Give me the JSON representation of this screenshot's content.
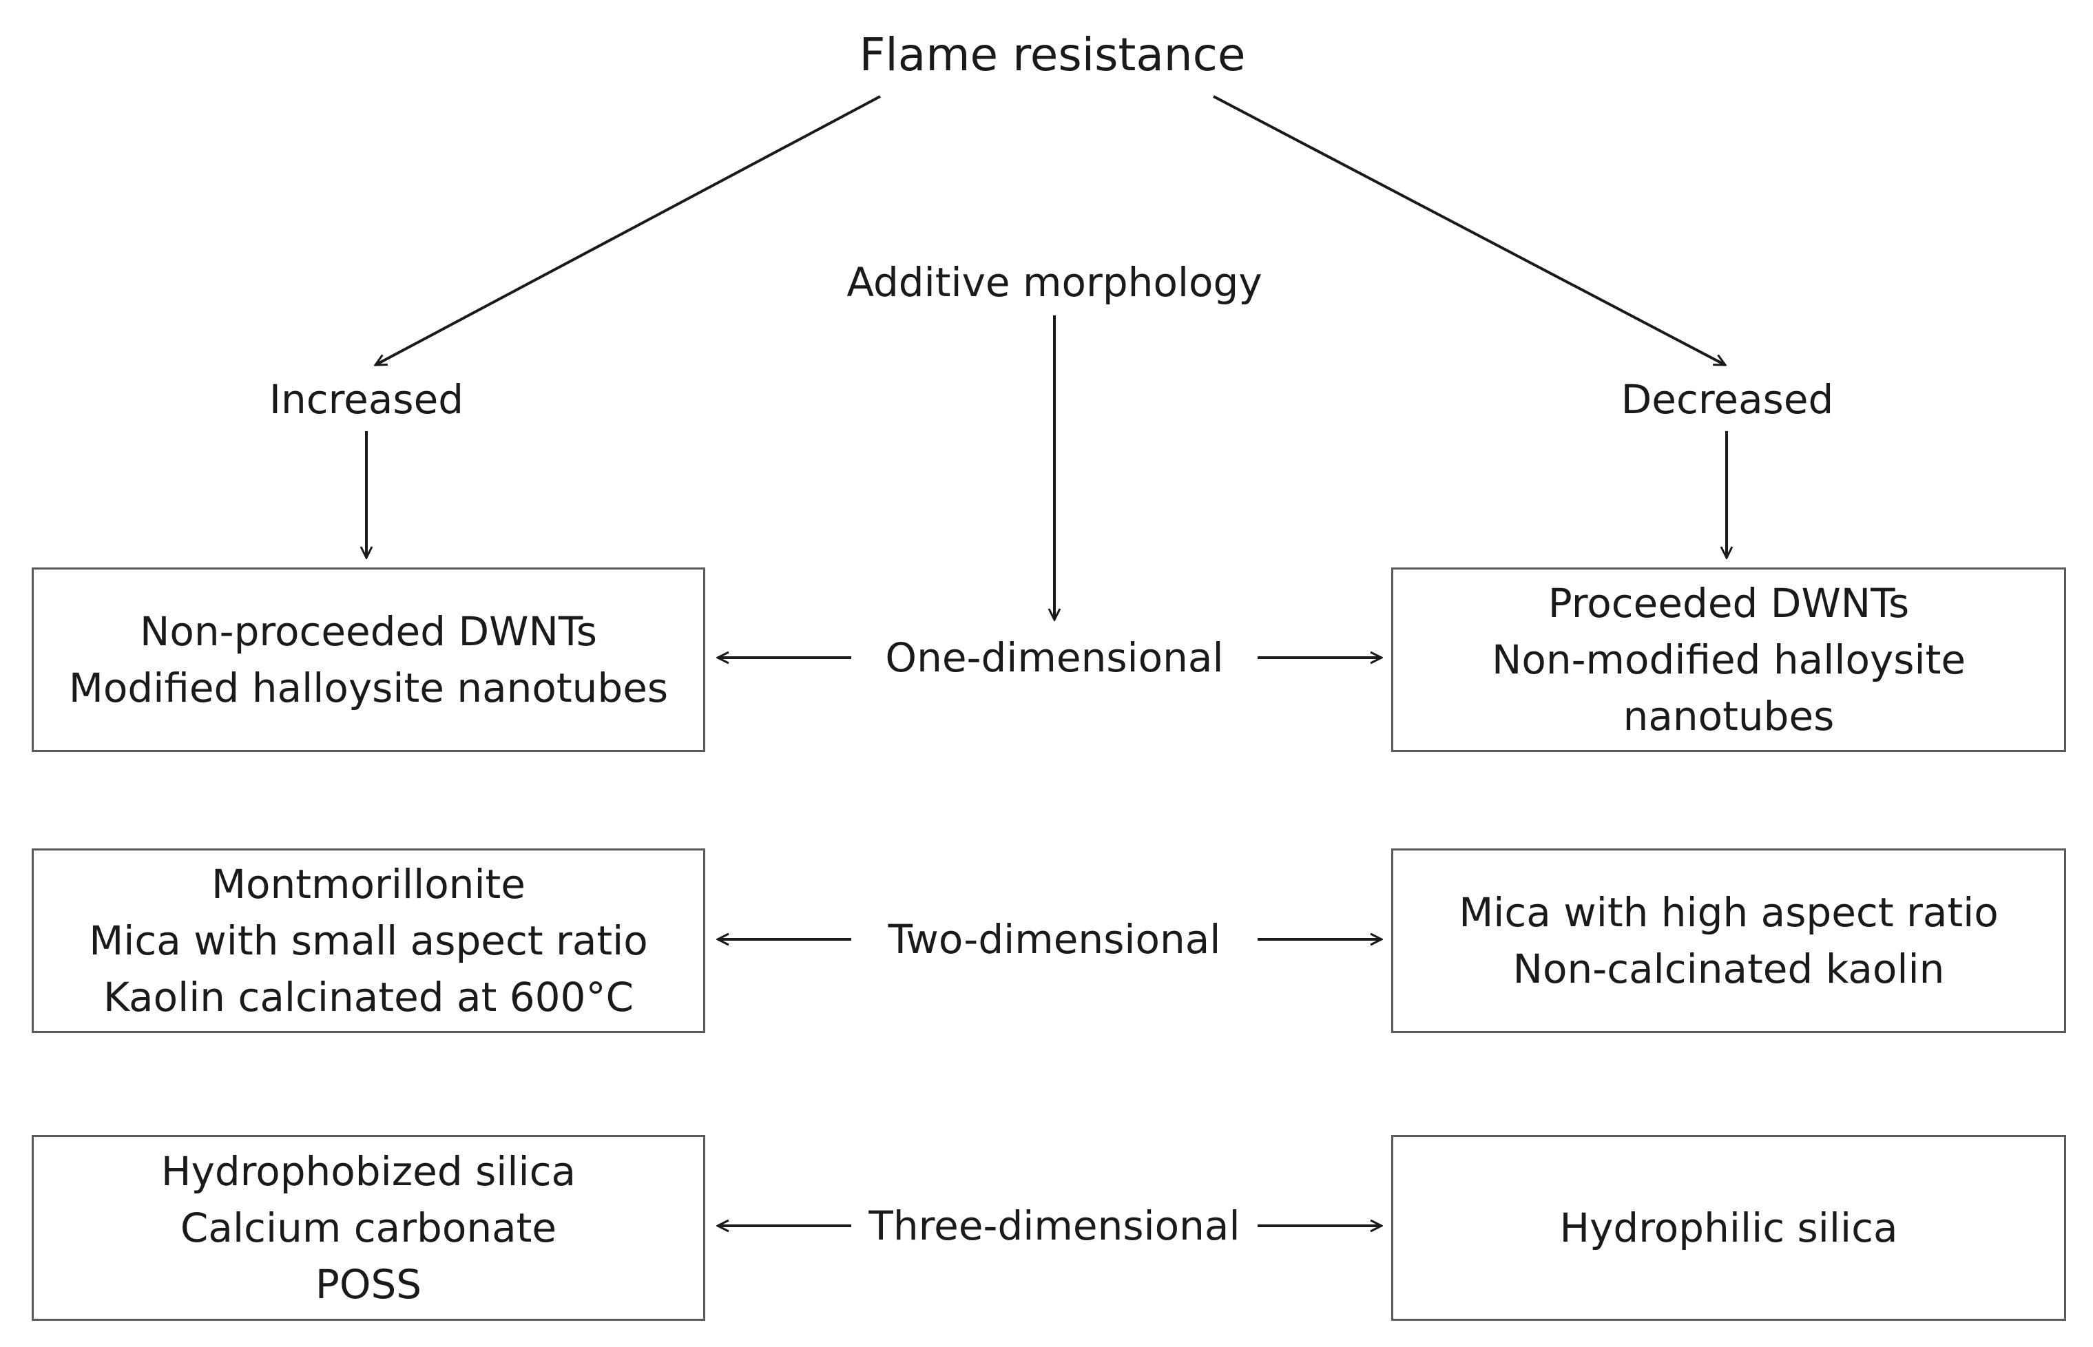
{
  "diagram": {
    "title": "Flame resistance",
    "center_label": "Additive morphology",
    "increased_label": "Increased",
    "decreased_label": "Decreased",
    "rows": [
      {
        "category": "One-dimensional",
        "increased_items": [
          "Non-proceeded DWNTs",
          "Modified halloysite nanotubes"
        ],
        "decreased_items": [
          "Proceeded DWNTs",
          "Non-modified halloysite",
          "nanotubes"
        ]
      },
      {
        "category": "Two-dimensional",
        "increased_items": [
          "Montmorillonite",
          "Mica with small aspect ratio",
          "Kaolin calcinated at 600°C"
        ],
        "decreased_items": [
          "Mica with high aspect ratio",
          "Non-calcinated kaolin"
        ]
      },
      {
        "category": "Three-dimensional",
        "increased_items": [
          "Hydrophobized silica",
          "Calcium carbonate",
          "POSS"
        ],
        "decreased_items": [
          "Hydrophilic silica"
        ]
      }
    ]
  }
}
